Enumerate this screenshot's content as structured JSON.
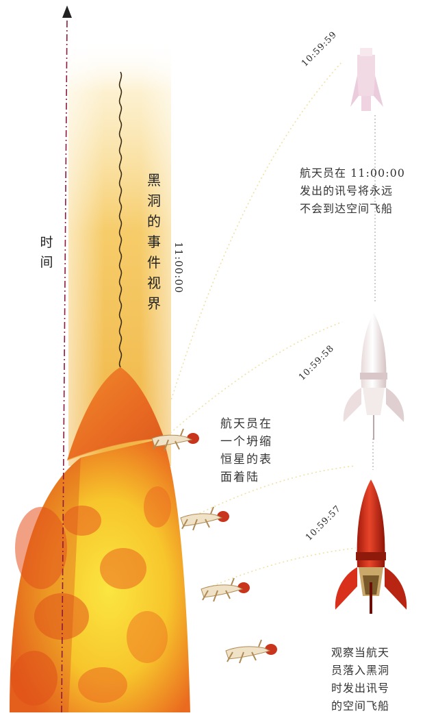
{
  "time_axis_label": [
    "时",
    "间"
  ],
  "horizon_label": [
    "黑",
    "洞",
    "的",
    "事",
    "件",
    "视",
    "界"
  ],
  "vertical_time": "11:00:00",
  "timestamps": {
    "t57": "10:59:57",
    "t58": "10:59:58",
    "t59": "10:59:59"
  },
  "notes": {
    "never_reach": "航天员在 11:00:00\n发出的讯号将永远\n不会到达空间飞船",
    "landing": "航天员在\n一个坍缩\n恒星的表\n面着陆",
    "observer": "观察当航天\n员落入黑洞\n时发出讯号\n的空间飞船"
  },
  "colors": {
    "star_red": "#e8541e",
    "star_yellow": "#f9e52e",
    "beam": "#f6c24a",
    "rocket_red": "#d9301c"
  }
}
